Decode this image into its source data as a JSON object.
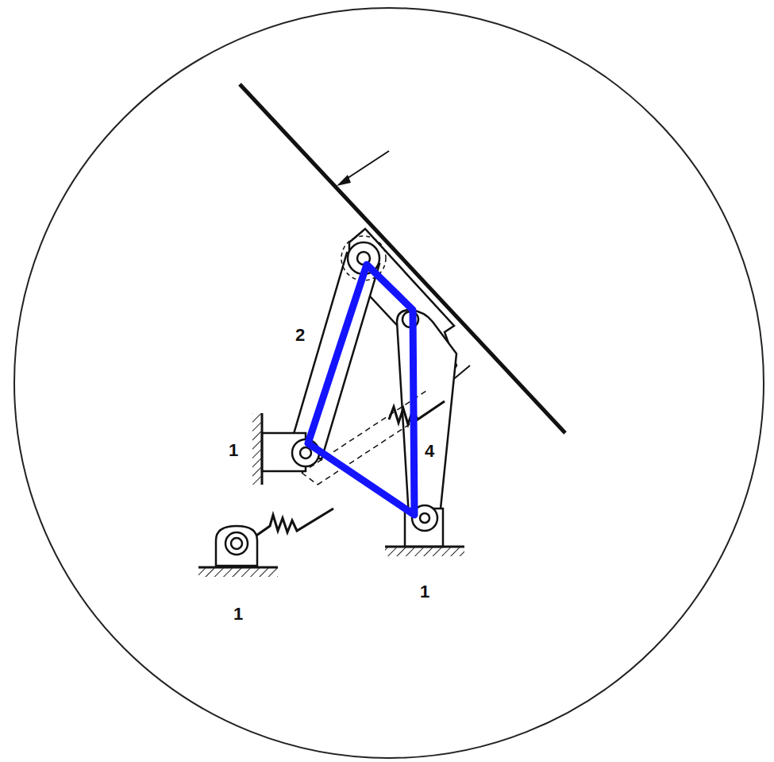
{
  "diagram": {
    "labels": [
      "2",
      "1",
      "4",
      "1",
      "1"
    ]
  }
}
